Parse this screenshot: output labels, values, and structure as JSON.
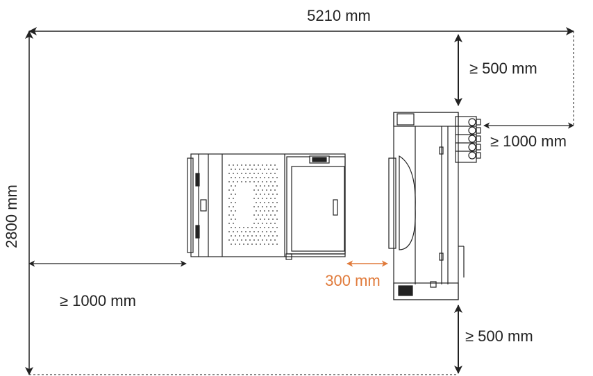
{
  "dimensions": {
    "total_width": "5210 mm",
    "total_height": "2800 mm",
    "top_clearance": "≥ 500 mm",
    "right_clearance": "≥ 1000 mm",
    "left_clearance": "≥ 1000 mm",
    "gap_between_units": "300 mm",
    "bottom_clearance": "≥ 500 mm"
  },
  "colors": {
    "line": "#222222",
    "accent": "#e07a3a"
  },
  "icons": {
    "cabinet_left": "battery-cabinet-icon",
    "cabinet_right": "inverter-cabinet-icon"
  }
}
